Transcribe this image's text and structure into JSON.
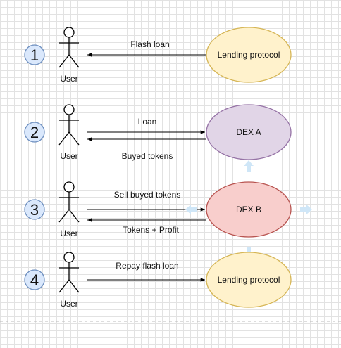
{
  "colors": {
    "step_circle_fill": "#dae8fc",
    "step_circle_stroke": "#6c8ebf",
    "lending_fill": "#fff2cc",
    "lending_stroke": "#d6b656",
    "dex_a_fill": "#e1d5e7",
    "dex_a_stroke": "#9673a6",
    "dex_b_fill": "#f8cecc",
    "dex_b_stroke": "#b85450",
    "handle_arrow": "#cfe6f7"
  },
  "steps": [
    {
      "number": "1",
      "actor": "User",
      "target": "Lending protocol",
      "arrow_top": "Flash loan"
    },
    {
      "number": "2",
      "actor": "User",
      "target": "DEX A",
      "arrow_top": "Loan",
      "arrow_bottom": "Buyed tokens"
    },
    {
      "number": "3",
      "actor": "User",
      "target": "DEX B",
      "arrow_top": "Sell buyed tokens",
      "arrow_bottom": "Tokens + Profit"
    },
    {
      "number": "4",
      "actor": "User",
      "target": "Lending protocol",
      "arrow_top": "Repay flash loan"
    }
  ]
}
